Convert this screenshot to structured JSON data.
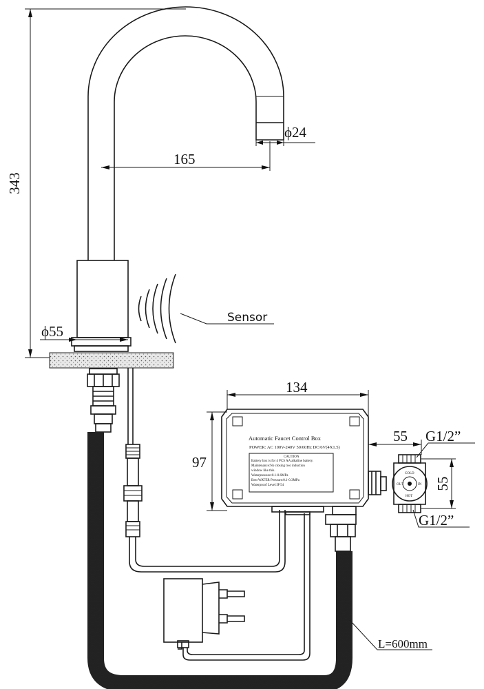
{
  "dimensions": {
    "height_total": "343",
    "spout_diameter": "ϕ24",
    "reach": "165",
    "base_diameter": "ϕ55",
    "box_width": "134",
    "box_height": "97",
    "valve_width": "55",
    "valve_height": "55",
    "thread_top": "G1/2”",
    "thread_bottom": "G1/2”",
    "hose_length": "L=600mm"
  },
  "labels": {
    "sensor": "Sensor"
  },
  "control_box": {
    "title": "Automatic Faucet Control Box",
    "power": "POWER: AC 100V-240V 50/60Hz DC/6V(4X1.5)",
    "caution_heading": "CAUTION",
    "notes": [
      "Battery box is for 4 PCS AA alkaline battery.",
      "Maintenance:No closing two induction",
      "window like this.",
      "Waterpressure:0.1-0.6MPa",
      "Best WATER Pressure:0.1-0.3MPa",
      "Waterproof Level:IP 54"
    ]
  },
  "valve_marks": {
    "top": "COLD",
    "left": "OUT",
    "right": "IN",
    "bottom": "HOT"
  }
}
